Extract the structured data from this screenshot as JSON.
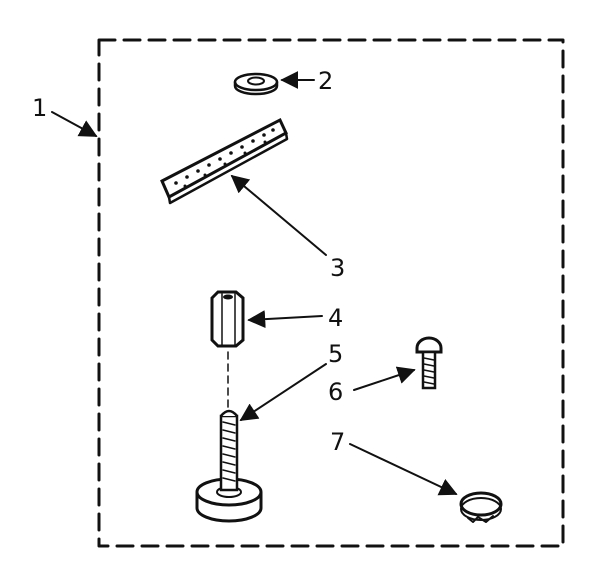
{
  "callouts": [
    {
      "id": "1",
      "label": "1",
      "part": "kit-frame"
    },
    {
      "id": "2",
      "label": "2",
      "part": "washer"
    },
    {
      "id": "3",
      "label": "3",
      "part": "perforated-bracket"
    },
    {
      "id": "4",
      "label": "4",
      "part": "hex-nut"
    },
    {
      "id": "5",
      "label": "5",
      "part": "leveling-leg"
    },
    {
      "id": "6",
      "label": "6",
      "part": "screw"
    },
    {
      "id": "7",
      "label": "7",
      "part": "clamp-ring"
    }
  ],
  "colors": {
    "ink": "#111111",
    "paper": "#ffffff"
  }
}
